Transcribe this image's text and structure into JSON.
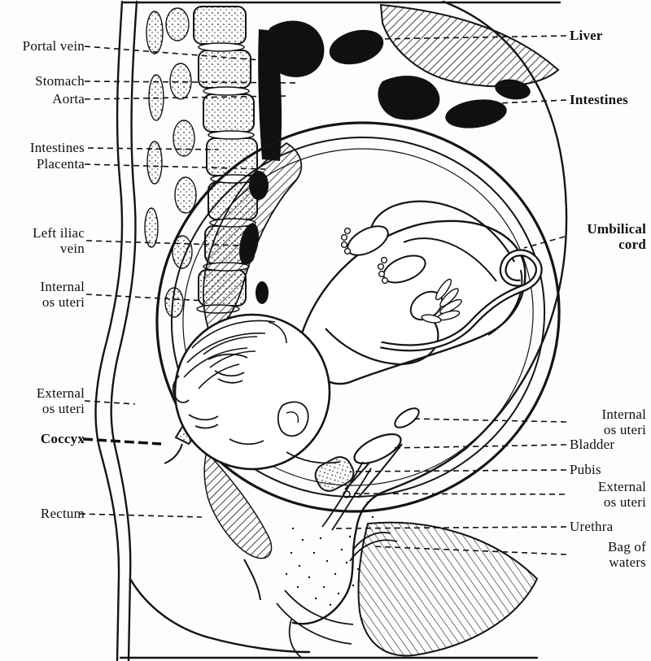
{
  "labels": {
    "left": [
      {
        "text": "Portal vein"
      },
      {
        "text": "Stomach"
      },
      {
        "text": "Aorta"
      },
      {
        "text": "Intestines"
      },
      {
        "text": "Placenta"
      },
      {
        "text": "Left iliac\nvein"
      },
      {
        "text": "Internal\nos uteri"
      },
      {
        "text": "External\nos uteri"
      },
      {
        "text": "Coccyx"
      },
      {
        "text": "Rectum"
      }
    ],
    "right": [
      {
        "text": "Liver"
      },
      {
        "text": "Intestines"
      },
      {
        "text": "Umbilical\ncord"
      },
      {
        "text": "Internal\nos uteri"
      },
      {
        "text": "Bladder"
      },
      {
        "text": "Pubis"
      },
      {
        "text": "External\nos uteri"
      },
      {
        "text": "Urethra"
      },
      {
        "text": "Bag of\nwaters"
      }
    ]
  },
  "colors": {
    "ink": "#101010",
    "paper": "#fdfdfc"
  }
}
